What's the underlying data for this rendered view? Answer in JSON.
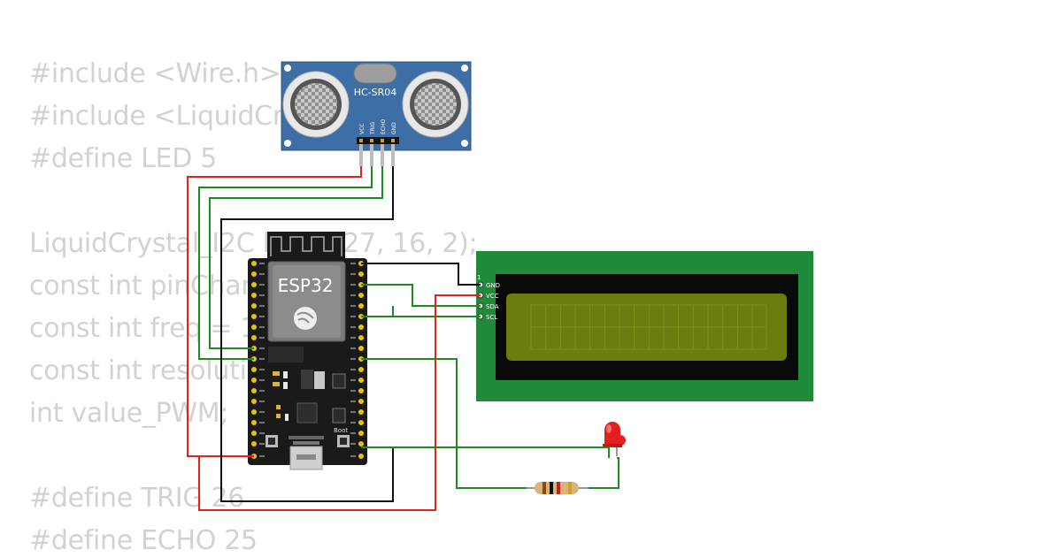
{
  "code_lines": [
    "#include <Wire.h>",
    "#include <LiquidCrystal_I2C.h>",
    "#define LED 5",
    "",
    "LiquidCrystal_I2C lcd(0x27, 16, 2);",
    "const int pinChannel = 0;",
    "const int freq = 1000;",
    "const int resolution = 8;",
    "int value_PWM;",
    "",
    "#define TRIG 26",
    "#define ECHO 25"
  ],
  "sensor": {
    "name": "HC-SR04",
    "pins": [
      "VCC",
      "TRIG",
      "ECHO",
      "GND"
    ]
  },
  "board": {
    "name": "ESP32",
    "boot_label": "Boot"
  },
  "lcd": {
    "pin_number": "1",
    "pins": [
      "GND",
      "VCC",
      "SDA",
      "SCL"
    ]
  },
  "colors": {
    "wire_red": "#e2231a",
    "wire_green": "#1f8a1f",
    "wire_black": "#111111",
    "lcd_pcb": "#1e8a3a",
    "lcd_screen": "#6b7d10",
    "sensor_pcb": "#3d6fa6",
    "board_pcb": "#1a1a1a",
    "led": "#e02020"
  }
}
